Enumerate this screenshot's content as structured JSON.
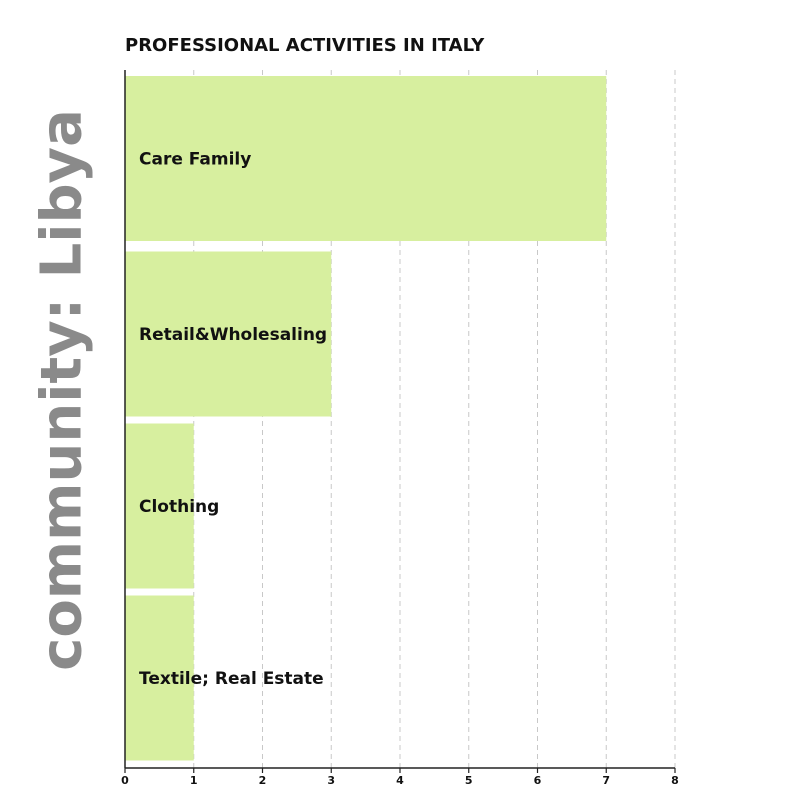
{
  "side_label": "community: Libya",
  "chart_data": {
    "type": "bar",
    "orientation": "horizontal",
    "title": "PROFESSIONAL ACTIVITIES IN ITALY",
    "categories": [
      "Care Family",
      "Retail&Wholesaling",
      "Clothing",
      "Textile; Real Estate"
    ],
    "values": [
      7,
      3,
      1,
      1
    ],
    "xlim": [
      0,
      8
    ],
    "xticks": [
      0,
      1,
      2,
      3,
      4,
      5,
      6,
      7,
      8
    ],
    "grid": "vertical-dashed",
    "bar_color": "#d7ef9f",
    "grid_color": "#c8c8c8",
    "axis_color": "#222222"
  }
}
